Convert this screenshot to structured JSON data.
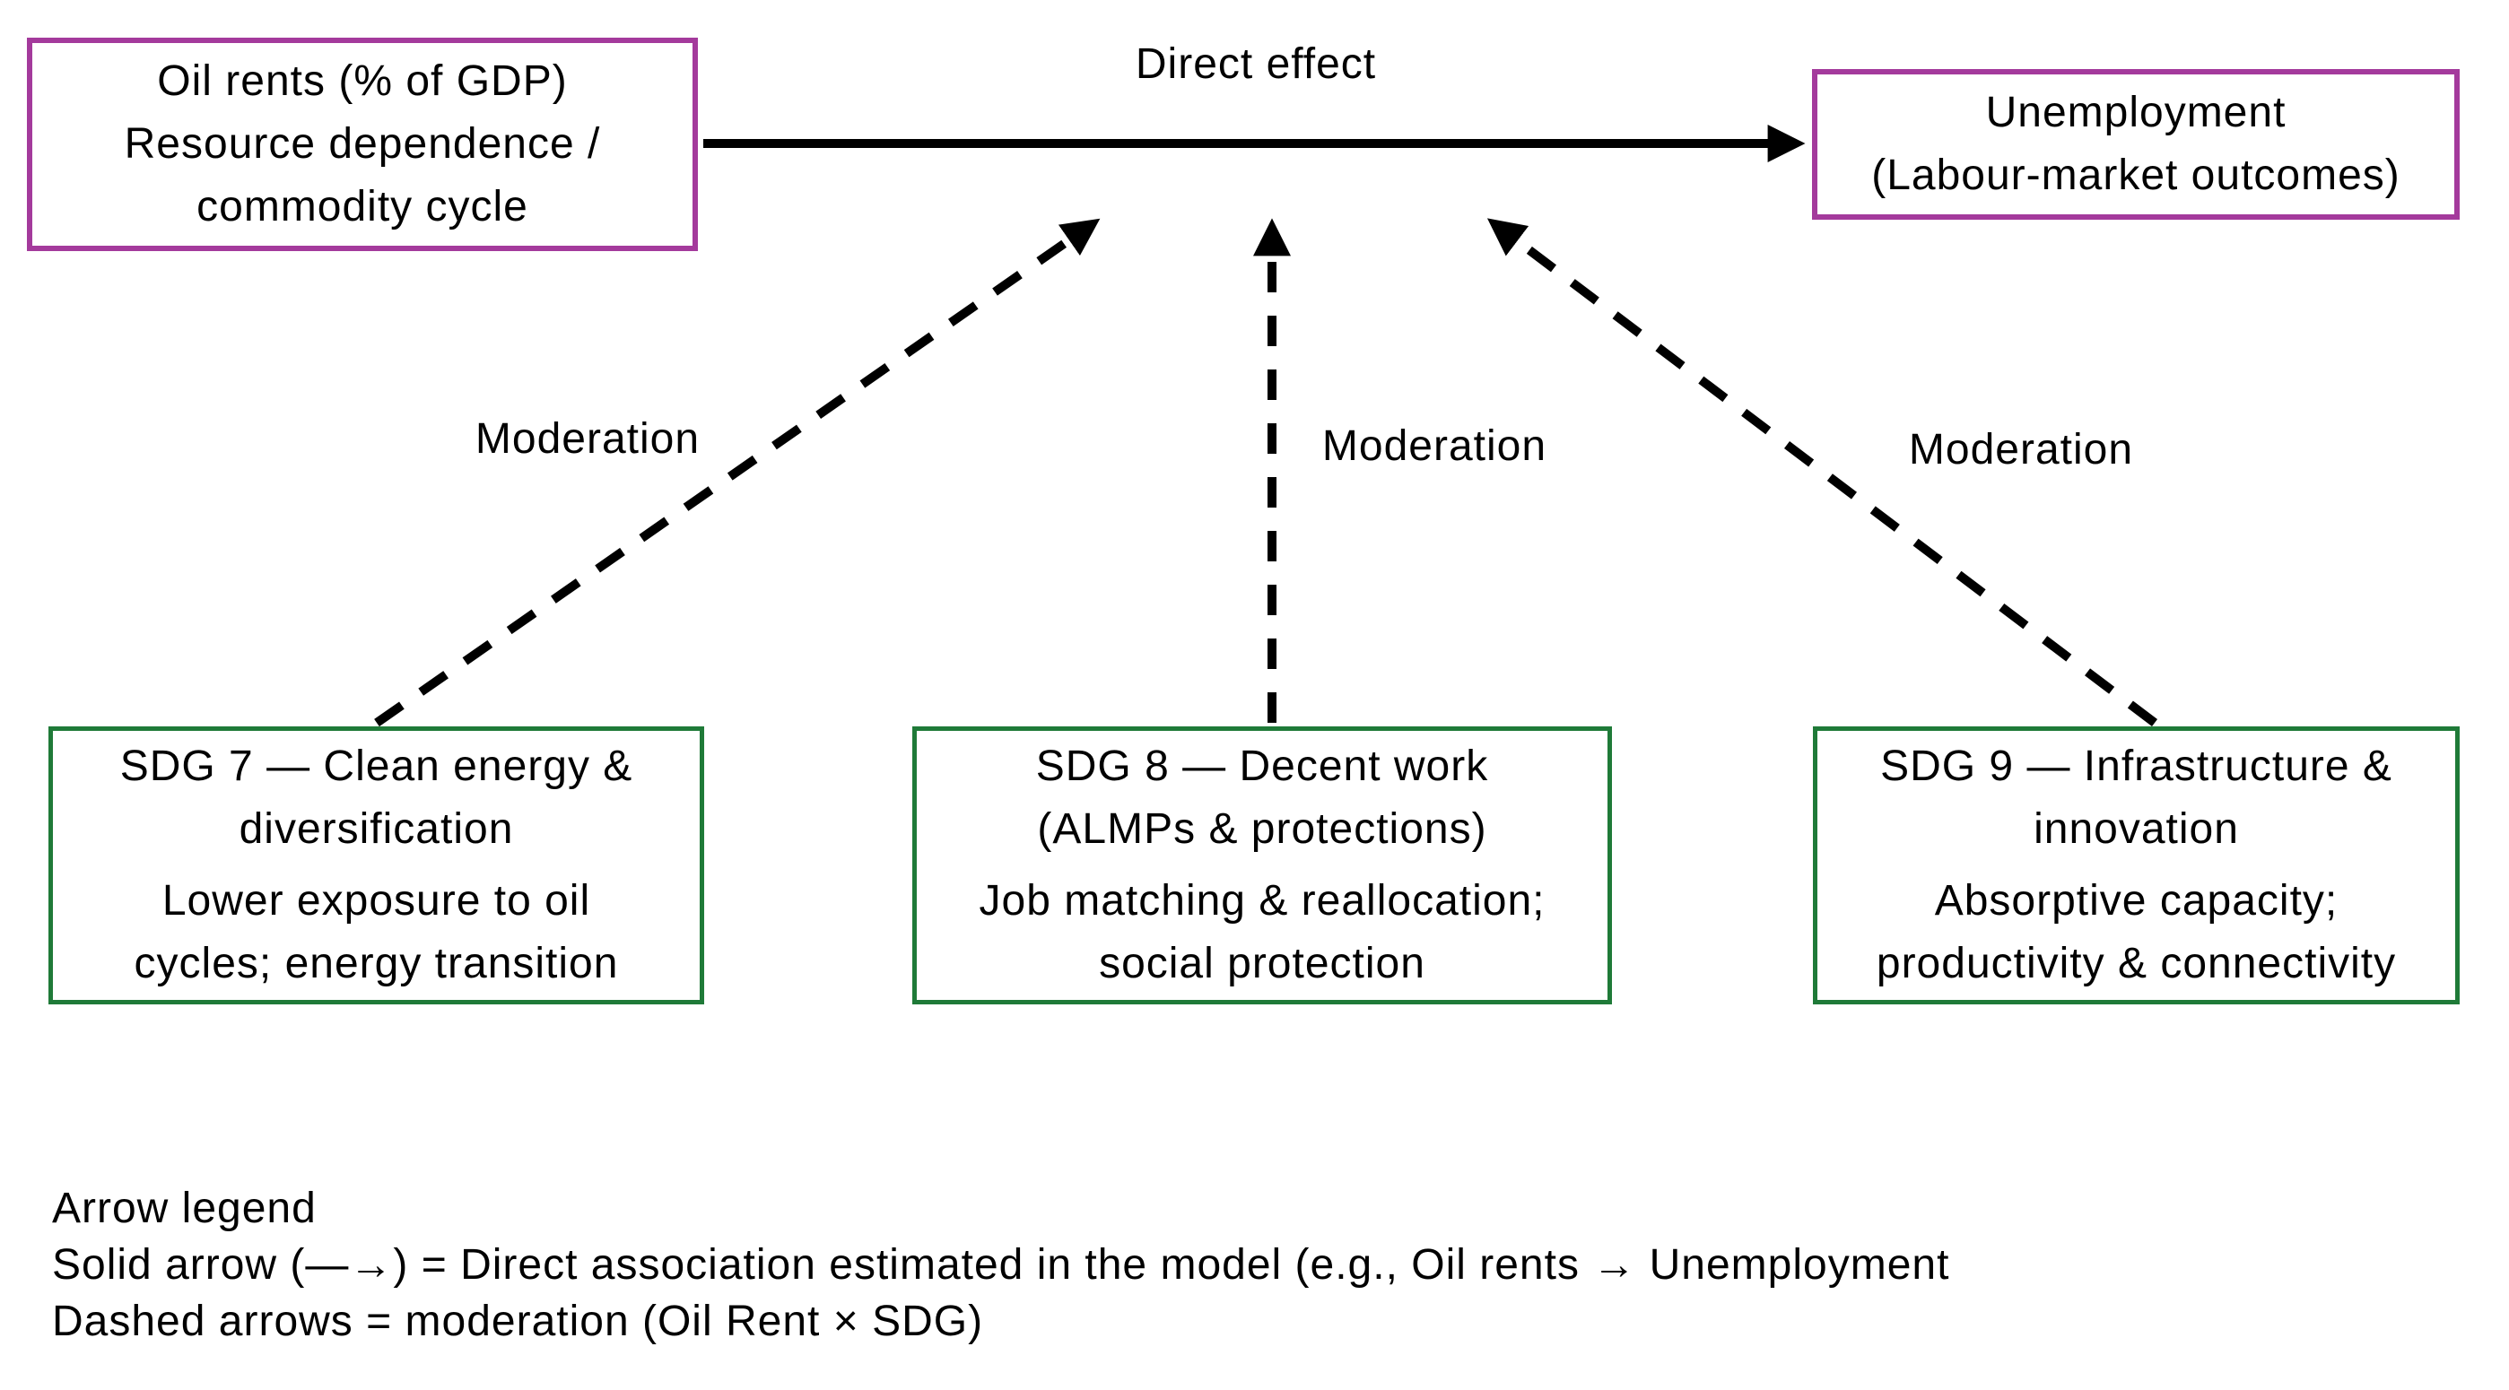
{
  "colors": {
    "accent_purple": "#A43A9C",
    "accent_green": "#1F7A38",
    "arrow_color": "#000000",
    "text_color": "#000000",
    "bg_color": "#FFFFFF"
  },
  "nodes": {
    "oil_rents": {
      "lines": [
        "Oil rents (% of GDP)",
        "Resource dependence /",
        "commodity cycle"
      ]
    },
    "unemployment": {
      "lines": [
        "Unemployment",
        "(Labour-market outcomes)"
      ]
    },
    "sdg7": {
      "paragraphs": [
        [
          "SDG 7 — Clean energy &",
          "diversification"
        ],
        [
          "Lower exposure to oil",
          "cycles; energy transition"
        ]
      ]
    },
    "sdg8": {
      "paragraphs": [
        [
          "SDG 8 — Decent work",
          "(ALMPs & protections)"
        ],
        [
          "Job matching & reallocation;",
          "social protection"
        ]
      ]
    },
    "sdg9": {
      "paragraphs": [
        [
          "SDG 9 — Infrastructure &",
          "innovation"
        ],
        [
          "Absorptive capacity;",
          "productivity & connectivity"
        ]
      ]
    }
  },
  "arrows": {
    "direct_label": "Direct effect",
    "moderation_labels": [
      "Moderation",
      "Moderation",
      "Moderation"
    ]
  },
  "legend": {
    "title": "Arrow legend",
    "solid_line": "Solid arrow (—→) = Direct association estimated in the model (e.g., Oil rents → Unemployment",
    "dashed_line": "Dashed arrows = moderation (Oil Rent × SDG)"
  }
}
